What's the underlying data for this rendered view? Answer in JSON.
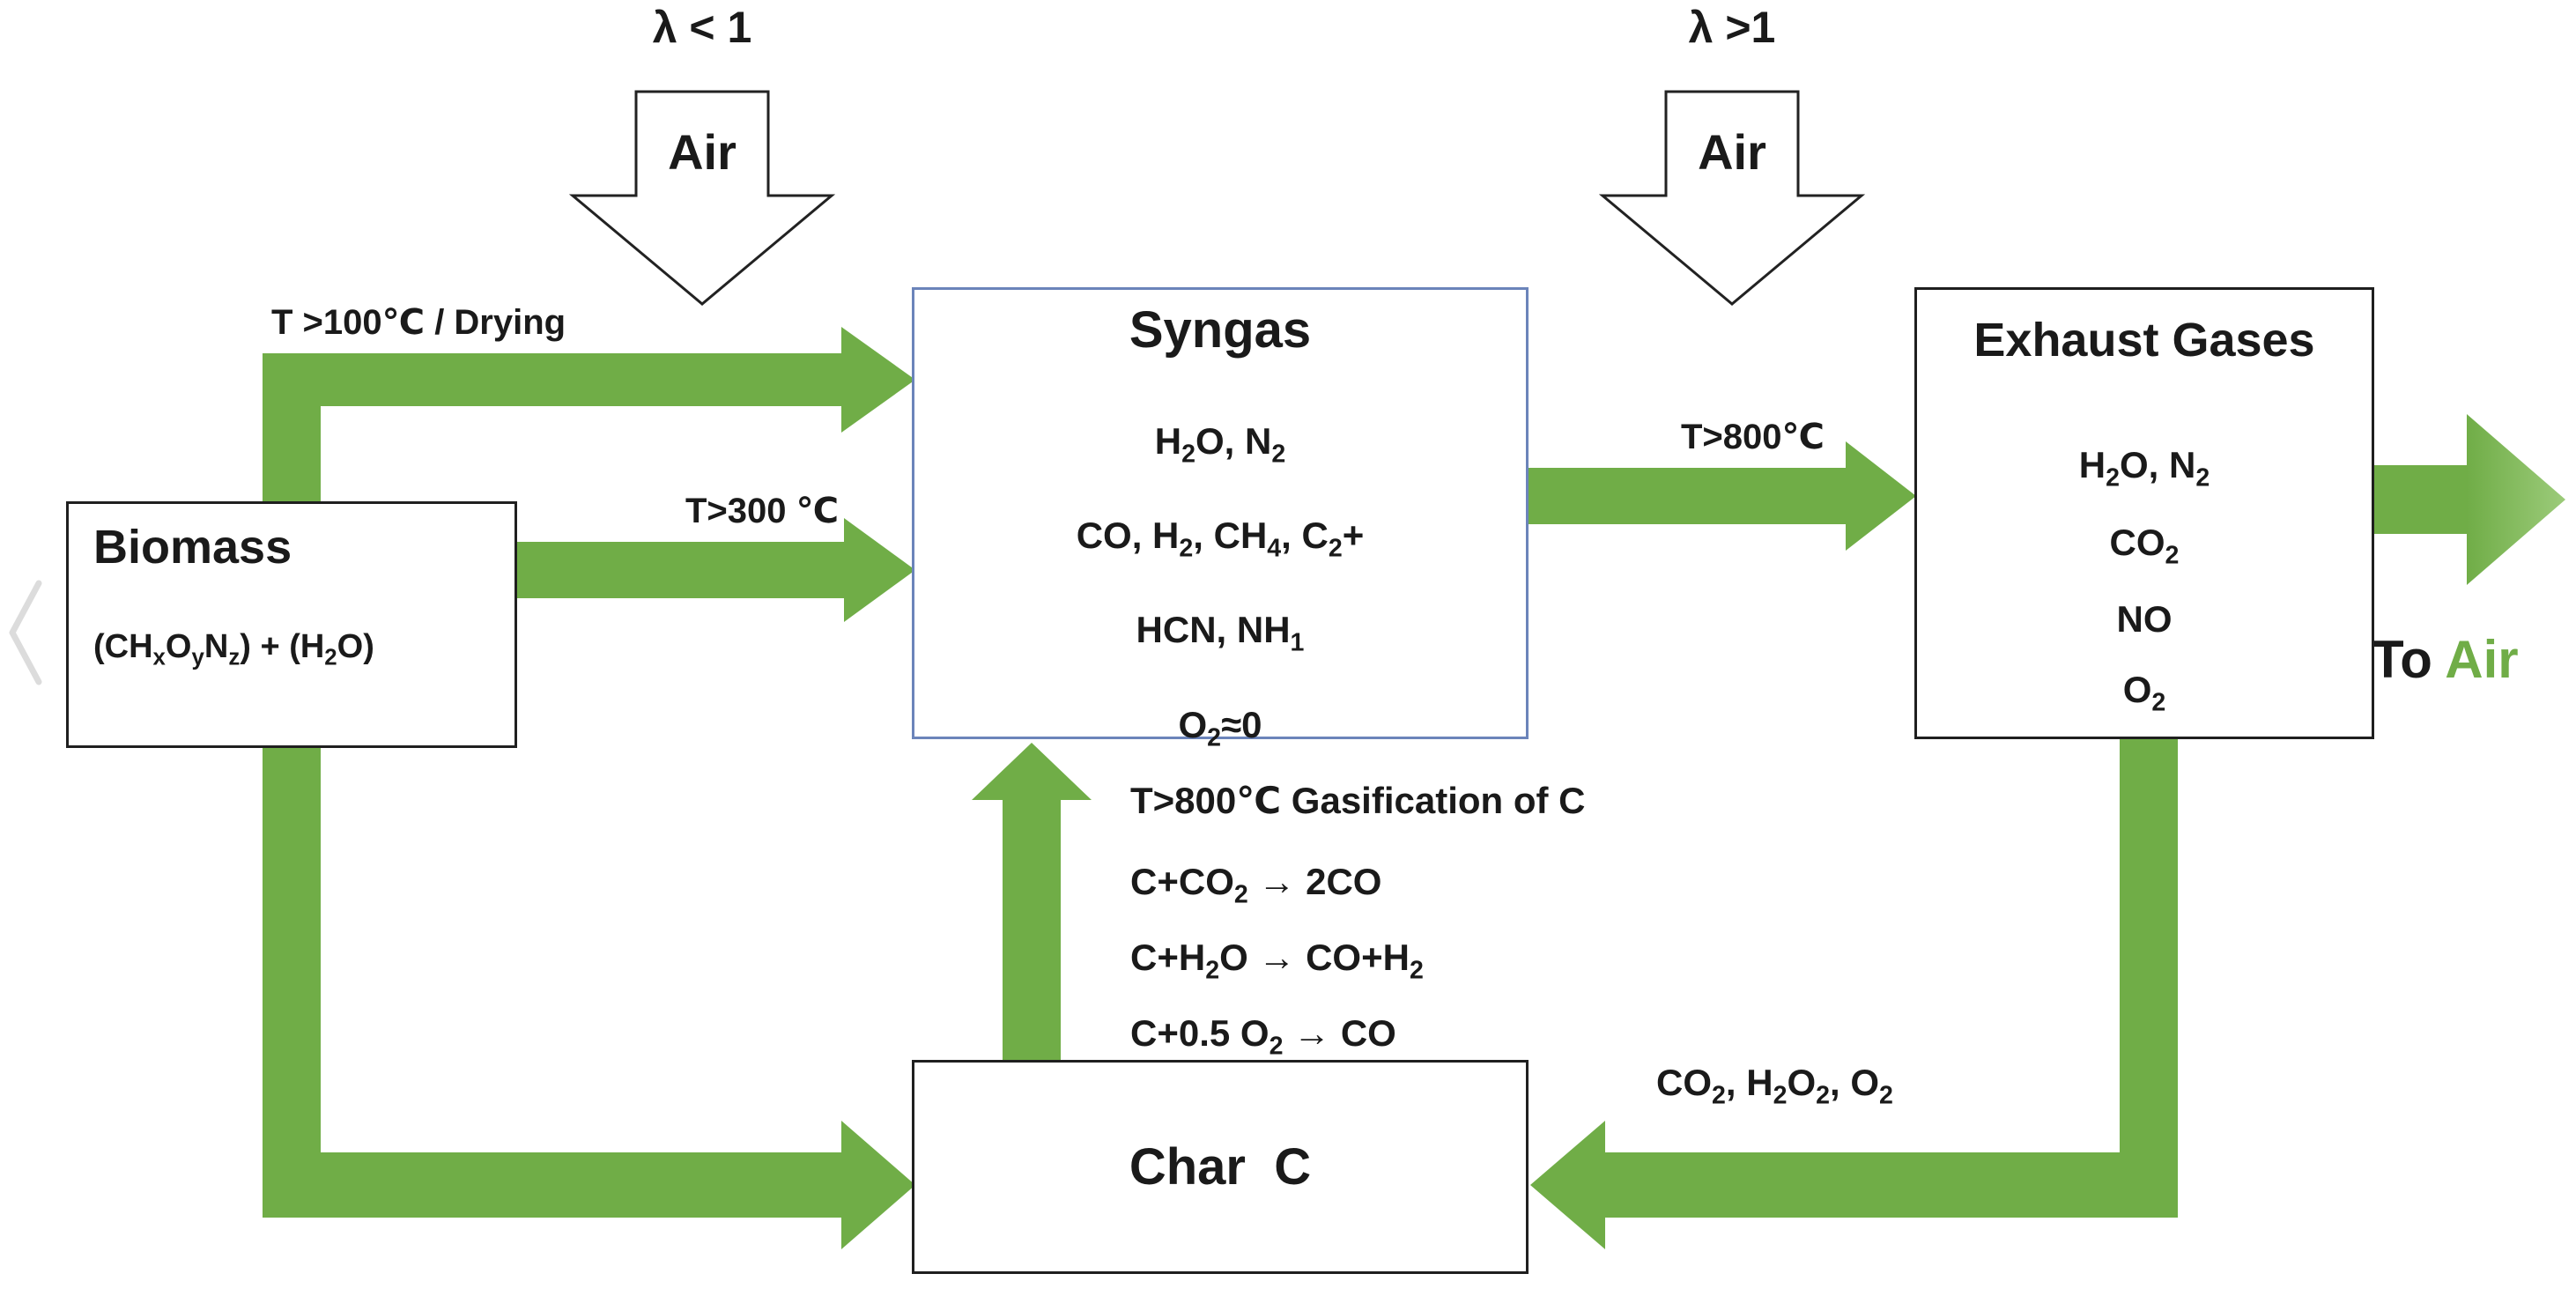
{
  "colors": {
    "arrow_green": "#70AD47",
    "arrow_green_tip": "#9CCB7A",
    "syngas_border": "#6b84ba",
    "to_air_accent": "#70AD47"
  },
  "air_inlets": {
    "left": {
      "lambda": "λ < 1",
      "label": "Air"
    },
    "right": {
      "lambda": "λ >1",
      "label": "Air"
    }
  },
  "boxes": {
    "biomass": {
      "title": "Biomass",
      "formula_html": "(CH<sub>x</sub>O<sub>y</sub>N<sub>z</sub>) + (H<sub>2</sub>O)"
    },
    "syngas": {
      "title": "Syngas",
      "lines_html": [
        "H<sub>2</sub>O,  N<sub>2</sub>",
        "CO, H<sub>2</sub>, CH<sub>4</sub>, C<sub>2</sub>+",
        "HCN, NH<sub>1</sub>",
        "O<sub>2</sub>≈0"
      ]
    },
    "exhaust": {
      "title": "Exhaust Gases",
      "lines_html": [
        "H<sub>2</sub>O, N<sub>2</sub>",
        "CO<sub>2</sub>",
        "NO",
        "O<sub>2</sub>"
      ]
    },
    "char": {
      "title": "Char  C"
    }
  },
  "arrow_labels": {
    "drying": "T >100℃ / Drying",
    "pyrolysis": "T>300 ℃",
    "combustion": "T>800℃",
    "to_air_prefix": "To ",
    "to_air_word": "Air",
    "char_recycle_html": "CO<sub>2</sub>, H<sub>2</sub>O<sub>2</sub>, O<sub>2</sub>",
    "gasification_lines_html": [
      "T>800℃ Gasification of C",
      "C+CO<sub>2</sub> → 2CO",
      "C+H<sub>2</sub>O → CO+H<sub>2</sub>",
      "C+0.5 O<sub>2</sub> → CO"
    ]
  }
}
